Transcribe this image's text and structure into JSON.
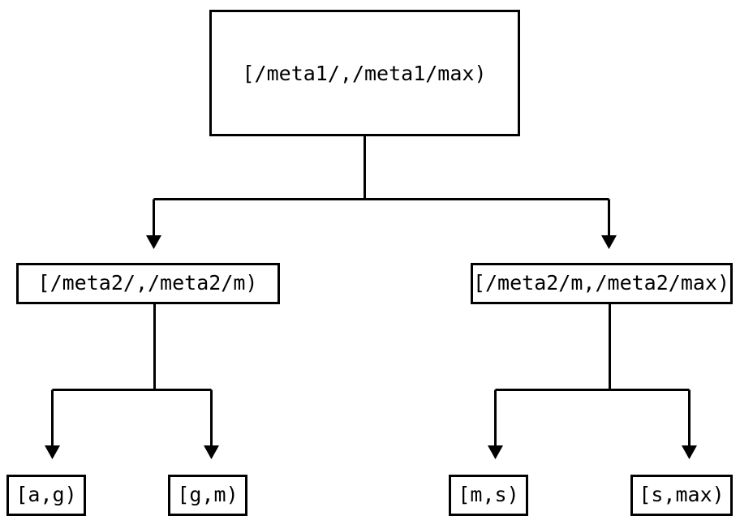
{
  "diagram": {
    "type": "binary-tree",
    "title": "",
    "background_color": "#ffffff",
    "line_color": "#000000",
    "text_color": "#000000",
    "nodes": {
      "root": {
        "label": "[/meta1/,/meta1/max)"
      },
      "level2_left": {
        "label": "[/meta2/,/meta2/m)"
      },
      "level2_right": {
        "label": "[/meta2/m,/meta2/max)"
      },
      "leaf_1": {
        "label": "[a,g)"
      },
      "leaf_2": {
        "label": "[g,m)"
      },
      "leaf_3": {
        "label": "[m,s)"
      },
      "leaf_4": {
        "label": "[s,max)"
      }
    },
    "edges": [
      {
        "from": "root",
        "to": "level2_left",
        "arrow": "down"
      },
      {
        "from": "root",
        "to": "level2_right",
        "arrow": "down"
      },
      {
        "from": "level2_left",
        "to": "leaf_1",
        "arrow": "down"
      },
      {
        "from": "level2_left",
        "to": "leaf_2",
        "arrow": "down"
      },
      {
        "from": "level2_right",
        "to": "leaf_3",
        "arrow": "down"
      },
      {
        "from": "level2_right",
        "to": "leaf_4",
        "arrow": "down"
      }
    ]
  }
}
